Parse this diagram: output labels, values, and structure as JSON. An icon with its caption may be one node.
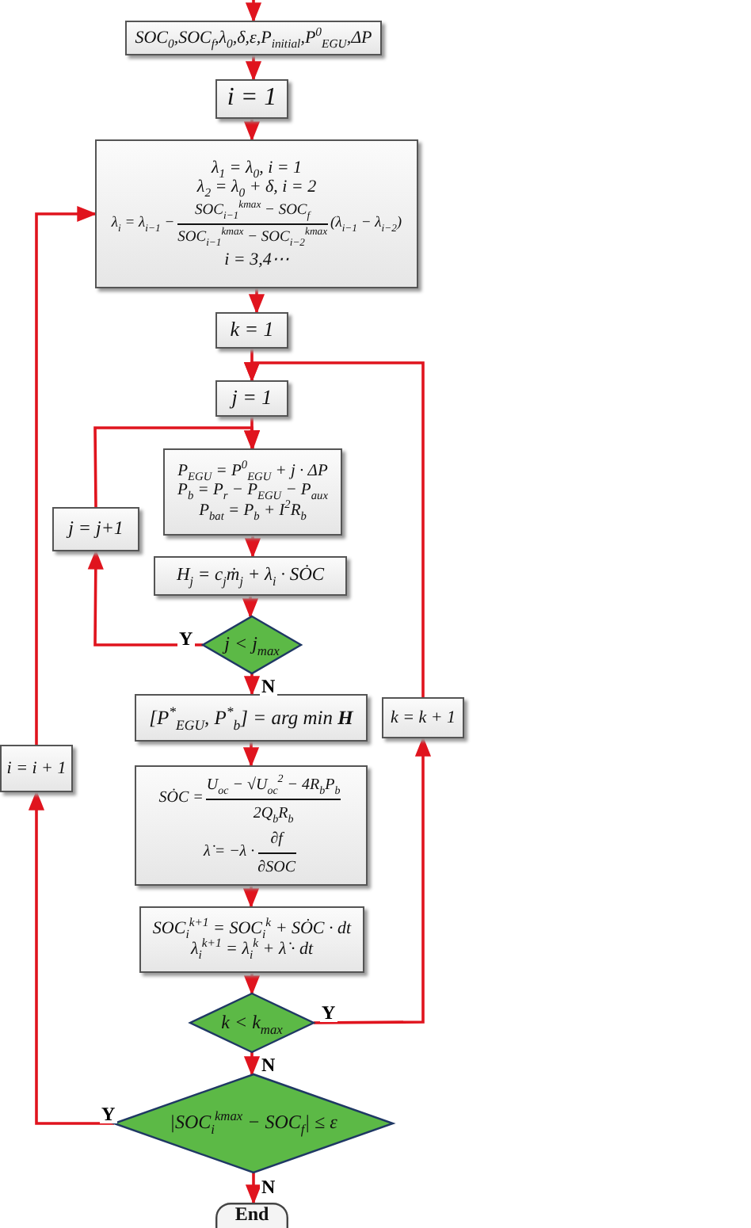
{
  "diagram": {
    "nodes": [
      {
        "text": [
          "SOC$_{0}$,SOC$_{f}$,λ$_{0}$,δ,ε,P$_{initial}$,P$^{0}$$_{EGU}$,ΔP"
        ]
      },
      {
        "text": [
          "i = 1"
        ]
      },
      {
        "text": [
          "λ$_{1}$ = λ$_{0}$, i = 1",
          "λ$_{2}$ = λ$_{0}$ + δ, i = 2",
          "λ$_{i}$ = λ$_{i−1}$ −",
          "SOC$_{i−1}$$^{kmax}$ − SOC$_{f}$",
          "SOC$_{i−1}$$^{kmax}$ − SOC$_{i−2}$$^{kmax}$",
          "(λ$_{i−1}$ − λ$_{i−2}$)",
          "i = 3,4⋯"
        ]
      },
      {
        "text": [
          "k = 1"
        ]
      },
      {
        "text": [
          "j = 1"
        ]
      },
      {
        "text": [
          "P$_{EGU}$ = P$^{0}$$_{EGU}$ + j · ΔP",
          "P$_{b}$ = P$_{r}$ − P$_{EGU}$ − P$_{aux}$",
          "P$_{bat}$ = P$_{b}$ + I$^{2}$R$_{b}$"
        ]
      },
      {
        "text": [
          "j = j+1"
        ]
      },
      {
        "text": [
          "H$_{j}$ = c$_{j}$ṁ$_{j}$ + λ$_{i}$ · SȮC"
        ]
      },
      {
        "text": [
          "j < j$_{max}$"
        ]
      },
      {
        "text": [
          "[P$^{*}$$_{EGU}$, P$^{*}$$_{b}$] = arg min **H**"
        ]
      },
      {
        "text": [
          "SȮC =",
          "U$_{oc}$ − √U$_{oc}$$^{2}$ − 4R$_{b}$P$_{b}$",
          "2Q$_{b}$R$_{b}$",
          "λ̇ = −λ ·",
          "∂f",
          "∂SOC"
        ]
      },
      {
        "text": [
          "SOC$_{i}$$^{k+1}$ = SOC$_{i}$$^{k}$ + SȮC · dt",
          "λ$_{i}$$^{k+1}$ = λ$_{i}$$^{k}$ + λ̇ · dt"
        ]
      },
      {
        "text": [
          "k < k$_{max}$"
        ]
      },
      {
        "text": [
          "|SOC$_{i}$$^{kmax}$ − SOC$_{f}$| ≤ ε"
        ]
      },
      {
        "text": [
          "End"
        ]
      },
      {
        "text": [
          "k = k + 1"
        ]
      },
      {
        "text": [
          "i = i + 1"
        ]
      }
    ],
    "edges": [
      {
        "from": null,
        "to": 0,
        "arrow": "to"
      },
      {
        "from": 0,
        "to": 1,
        "arrow": "to"
      },
      {
        "from": 1,
        "to": 2,
        "arrow": "to"
      },
      {
        "from": 2,
        "to": 3,
        "arrow": "to"
      },
      {
        "from": 3,
        "to": 4,
        "arrow": "to"
      },
      {
        "from": 4,
        "to": 5,
        "arrow": "to"
      },
      {
        "from": 5,
        "to": 7,
        "arrow": "to"
      },
      {
        "from": 7,
        "to": 8,
        "arrow": "to"
      },
      {
        "from": 8,
        "to": 9,
        "arrow": "to",
        "label": "N"
      },
      {
        "from": 9,
        "to": 10,
        "arrow": "to"
      },
      {
        "from": 10,
        "to": 11,
        "arrow": "to"
      },
      {
        "from": 11,
        "to": 12,
        "arrow": "to"
      },
      {
        "from": 12,
        "to": 13,
        "arrow": "to",
        "label": "N"
      },
      {
        "from": 13,
        "to": 14,
        "arrow": "to",
        "label": "N"
      },
      {
        "from": 8,
        "to": 6,
        "arrow": "to",
        "label": "Y"
      },
      {
        "from": 6,
        "to": 5,
        "arrow": "to"
      },
      {
        "from": 12,
        "to": 15,
        "arrow": "to",
        "label": "Y"
      },
      {
        "from": 15,
        "to": 4,
        "arrow": "to"
      },
      {
        "from": 13,
        "to": 16,
        "arrow": "to",
        "label": "Y"
      },
      {
        "from": 16,
        "to": 2,
        "arrow": "to"
      }
    ]
  }
}
